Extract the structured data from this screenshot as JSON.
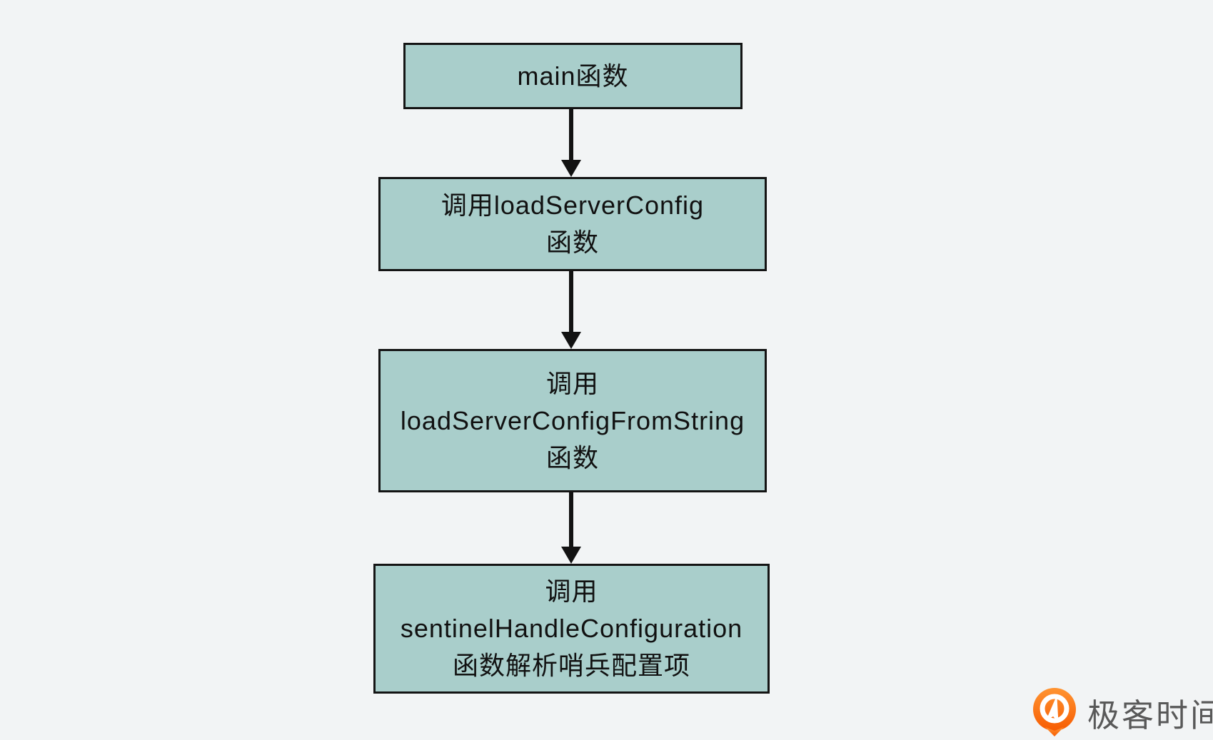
{
  "canvas": {
    "background": "#f2f4f5"
  },
  "flowchart": {
    "node_fill": "#a9cecb",
    "node_border_color": "#141414",
    "text_color": "#111111",
    "arrow_color": "#121212",
    "nodes": [
      {
        "id": "main",
        "lines": [
          "main函数"
        ]
      },
      {
        "id": "load-server-config",
        "lines": [
          "调用loadServerConfig",
          "函数"
        ]
      },
      {
        "id": "load-server-config-from-string",
        "lines": [
          "调用",
          "loadServerConfigFromString",
          "函数"
        ]
      },
      {
        "id": "sentinel-handle-configuration",
        "lines": [
          "调用",
          "sentinelHandleConfiguration",
          "函数解析哨兵配置项"
        ]
      }
    ],
    "arrows": [
      {
        "from": "main",
        "to": "load-server-config"
      },
      {
        "from": "load-server-config",
        "to": "load-server-config-from-string"
      },
      {
        "from": "load-server-config-from-string",
        "to": "sentinel-handle-configuration"
      }
    ]
  },
  "watermark": {
    "text": "极客时间",
    "icon": "geektime-logo-icon",
    "icon_color_top": "#ff9432",
    "icon_color_bottom": "#f75c02",
    "text_color": "#595959"
  }
}
